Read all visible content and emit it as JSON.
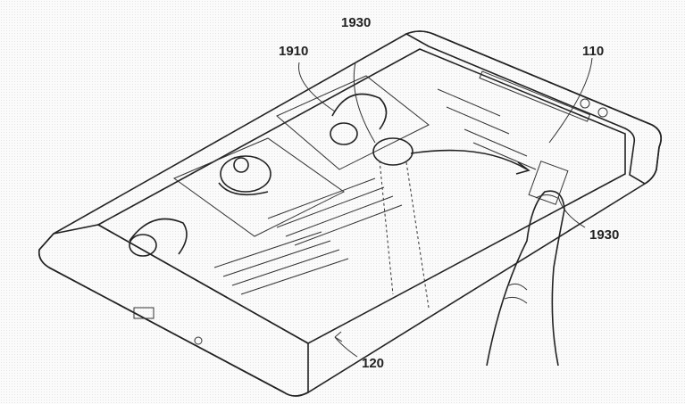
{
  "labels": {
    "ref_1910": "1910",
    "ref_1930_top": "1930",
    "ref_110": "110",
    "ref_1930_right": "1930",
    "ref_120": "120"
  },
  "colors": {
    "line": "#222222",
    "shade": "#bdbdbd"
  }
}
